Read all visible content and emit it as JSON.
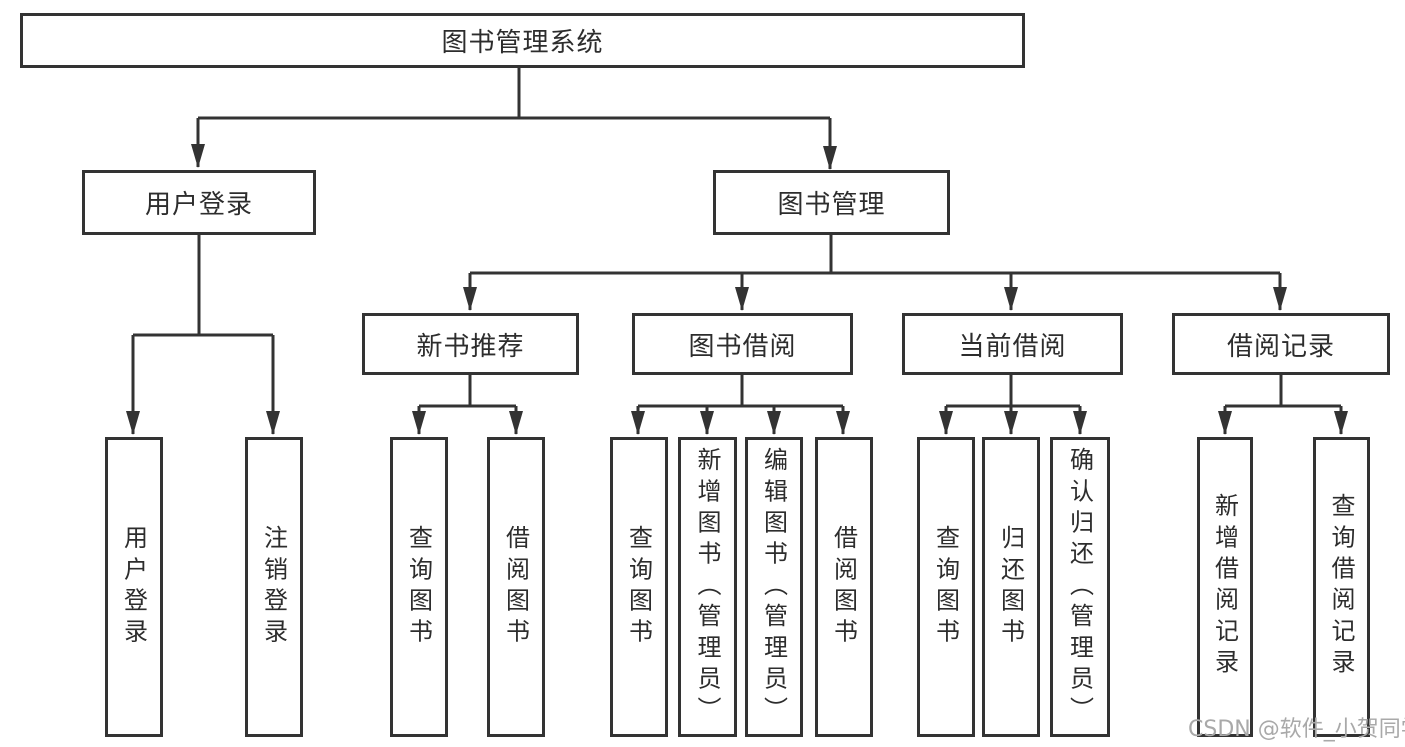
{
  "diagram": {
    "type": "hierarchy-tree",
    "colors": {
      "line": "#333333",
      "node_border": "#333333",
      "node_fill": "#ffffff",
      "text": "#2d2d2d",
      "background": "#ffffff",
      "watermark": "#a9a9a9"
    },
    "tree": {
      "label": "图书管理系统",
      "children": [
        {
          "label": "用户登录",
          "children": [
            {
              "label": "用户登录"
            },
            {
              "label": "注销登录"
            }
          ]
        },
        {
          "label": "图书管理",
          "children": [
            {
              "label": "新书推荐",
              "children": [
                {
                  "label": "查询图书"
                },
                {
                  "label": "借阅图书"
                }
              ]
            },
            {
              "label": "图书借阅",
              "children": [
                {
                  "label": "查询图书"
                },
                {
                  "label": "新增图书（管理员）"
                },
                {
                  "label": "编辑图书（管理员）"
                },
                {
                  "label": "借阅图书"
                }
              ]
            },
            {
              "label": "当前借阅",
              "children": [
                {
                  "label": "查询图书"
                },
                {
                  "label": "归还图书"
                },
                {
                  "label": "确认归还（管理员）"
                }
              ]
            },
            {
              "label": "借阅记录",
              "children": [
                {
                  "label": "新增借阅记录"
                },
                {
                  "label": "查询借阅记录"
                }
              ]
            }
          ]
        }
      ]
    },
    "watermark": {
      "text": "CSDN @软件_小贺同学"
    }
  }
}
